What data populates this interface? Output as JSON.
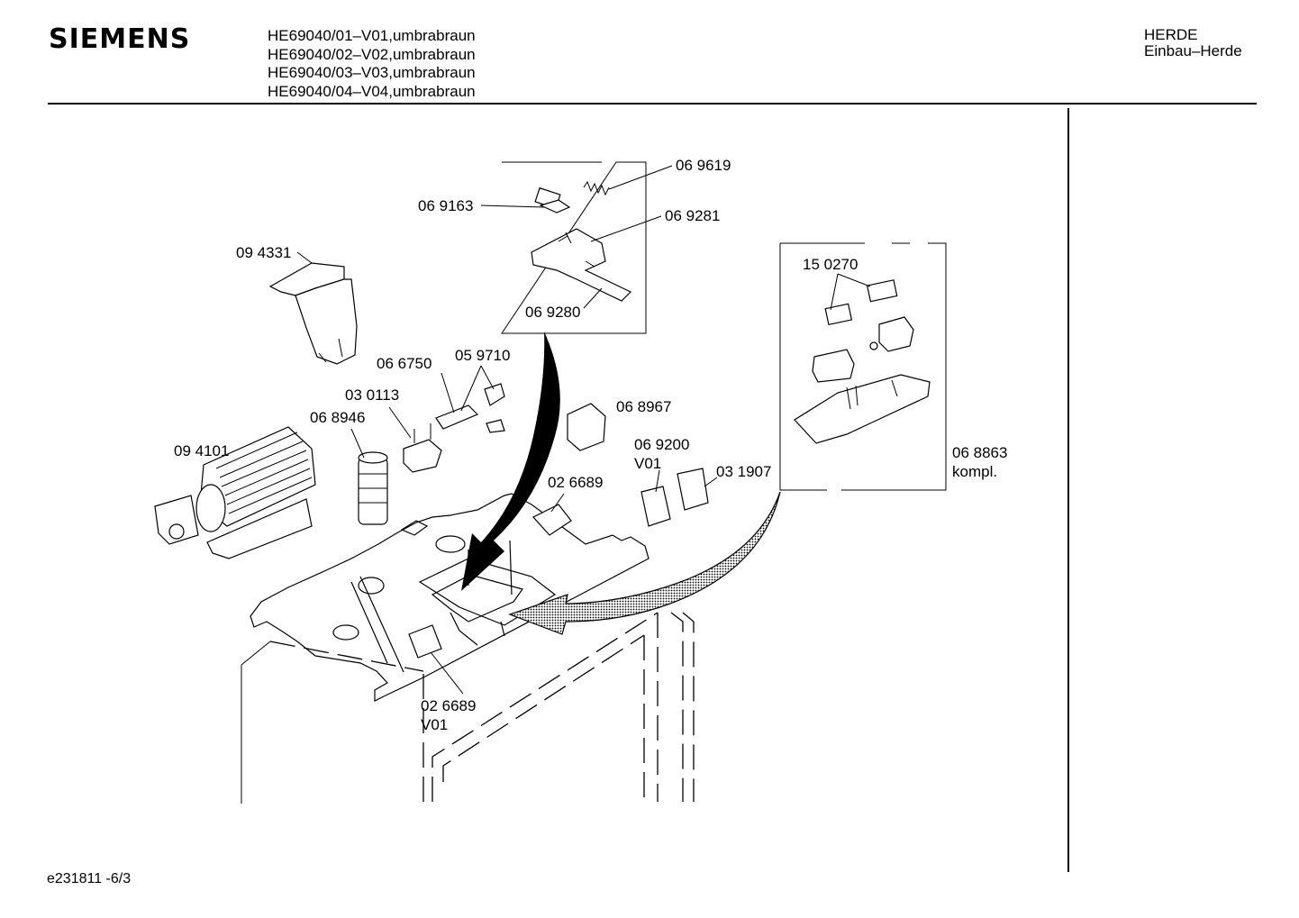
{
  "header": {
    "brand": "SIEMENS",
    "models": [
      "HE69040/01–V01,umbrabraun",
      "HE69040/02–V02,umbrabraun",
      "HE69040/03–V03,umbrabraun",
      "HE69040/04–V04,umbrabraun"
    ],
    "category": "HERDE",
    "subcategory": "Einbau–Herde"
  },
  "footer": {
    "drawing_id": "e231811 -6/3"
  },
  "parts": {
    "p069619": "06 9619",
    "p069163": "06 9163",
    "p069281": "06 9281",
    "p069280": "06 9280",
    "p094331": "09 4331",
    "p150270": "15 0270",
    "p066750": "06 6750",
    "p059710": "05 9710",
    "p030113": "03 0113",
    "p068946": "06 8946",
    "p068967": "06 8967",
    "p094101": "09 4101",
    "p069200": "06 9200",
    "p069200_variant": "V01",
    "p031907": "03 1907",
    "p068863": "06 8863",
    "p068863_note": "kompl.",
    "p026689_top": "02 6689",
    "p026689_bottom": "02 6689",
    "p026689_bottom_variant": "V01"
  }
}
